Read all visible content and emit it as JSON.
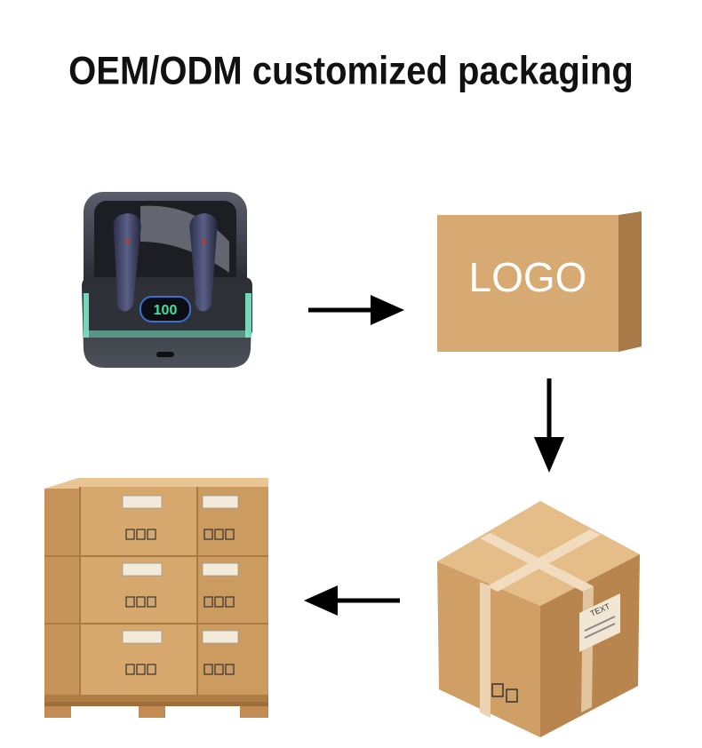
{
  "header": {
    "title": "OEM/ODM customized packaging"
  },
  "flow": {
    "step1": {
      "icon": "earbuds-charging-case-icon",
      "battery_display": "100"
    },
    "step2": {
      "icon": "product-box-icon",
      "box_label": "LOGO"
    },
    "step3": {
      "icon": "shipping-carton-icon",
      "carton_label": "TEXT"
    },
    "step4": {
      "icon": "palletized-cartons-icon"
    },
    "arrows": [
      "arrow-right-icon",
      "arrow-down-icon",
      "arrow-left-icon"
    ]
  },
  "colors": {
    "cardboard": "#d9aa72",
    "cardboard_dark": "#b8864f",
    "case": "#3b3f4a",
    "glow": "#7ee8c8",
    "arrow": "#000000"
  }
}
